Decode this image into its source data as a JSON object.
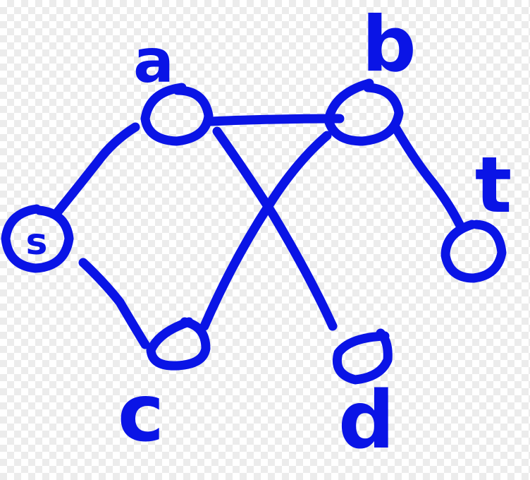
{
  "ink_color": "#0a14e6",
  "graph": {
    "nodes": [
      {
        "id": "a",
        "label": "a"
      },
      {
        "id": "b",
        "label": "b"
      },
      {
        "id": "s",
        "label": "s"
      },
      {
        "id": "t",
        "label": "t"
      },
      {
        "id": "c",
        "label": "c"
      },
      {
        "id": "d",
        "label": "d"
      }
    ],
    "edges": [
      {
        "from": "a",
        "to": "b"
      },
      {
        "from": "a",
        "to": "s"
      },
      {
        "from": "a",
        "to": "d"
      },
      {
        "from": "b",
        "to": "c"
      },
      {
        "from": "b",
        "to": "t"
      },
      {
        "from": "s",
        "to": "c"
      }
    ]
  }
}
